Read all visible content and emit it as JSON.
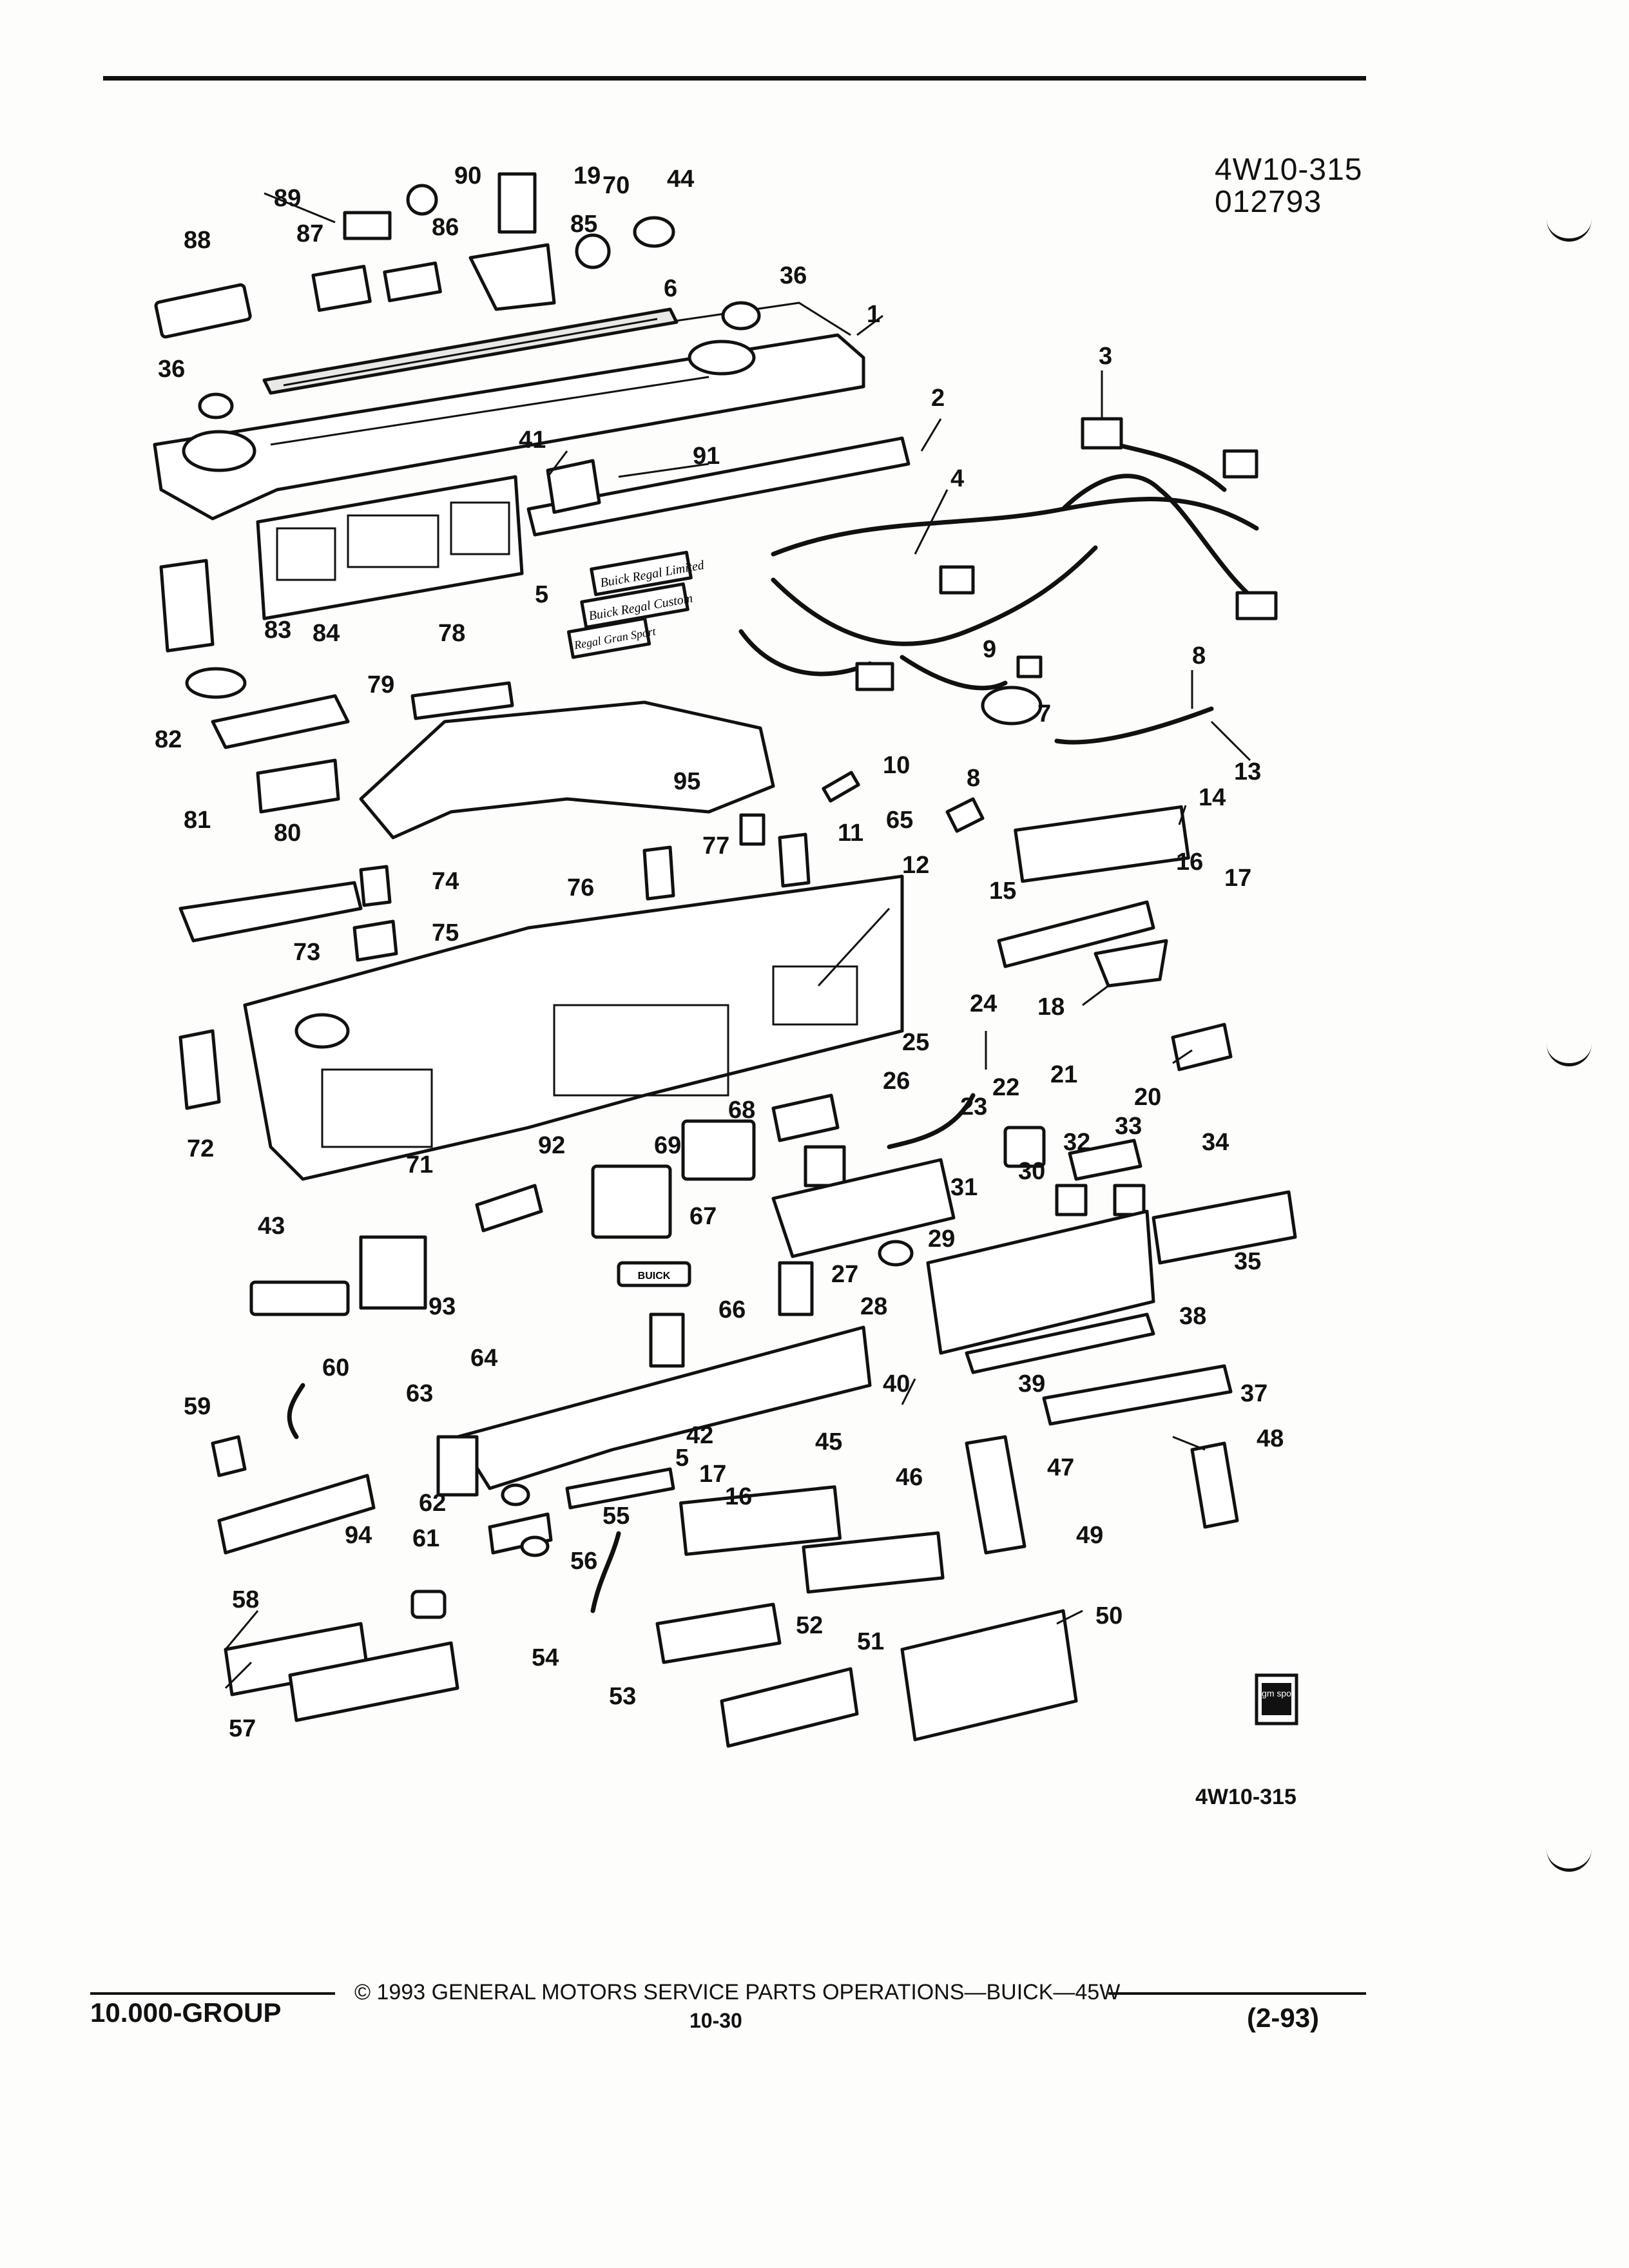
{
  "header": {
    "illustration_code": "4W10-315",
    "date_code": "012793"
  },
  "figure": {
    "caption_code": "4W10-315",
    "logo_text": "gm spo",
    "emblems": [
      "Buick Regal Limited",
      "Buick Regal Custom",
      "Regal Gran Sport"
    ],
    "badge_text": "BUICK",
    "callouts": [
      "1",
      "2",
      "3",
      "4",
      "5",
      "5",
      "6",
      "7",
      "8",
      "8",
      "9",
      "10",
      "11",
      "12",
      "13",
      "14",
      "15",
      "16",
      "16",
      "17",
      "17",
      "18",
      "19",
      "20",
      "21",
      "22",
      "23",
      "24",
      "25",
      "26",
      "27",
      "28",
      "29",
      "30",
      "31",
      "32",
      "33",
      "34",
      "35",
      "36",
      "36",
      "37",
      "38",
      "39",
      "40",
      "41",
      "42",
      "43",
      "44",
      "45",
      "46",
      "47",
      "48",
      "49",
      "50",
      "51",
      "52",
      "53",
      "54",
      "55",
      "56",
      "57",
      "58",
      "59",
      "60",
      "61",
      "62",
      "63",
      "64",
      "65",
      "66",
      "67",
      "68",
      "69",
      "70",
      "71",
      "72",
      "73",
      "74",
      "75",
      "76",
      "77",
      "78",
      "79",
      "80",
      "81",
      "82",
      "83",
      "84",
      "85",
      "86",
      "87",
      "88",
      "89",
      "90",
      "91",
      "92",
      "93",
      "94",
      "95"
    ]
  },
  "footer": {
    "group": "10.000-GROUP",
    "copyright": "© 1993 GENERAL MOTORS SERVICE PARTS OPERATIONS—BUICK—45W",
    "page": "10-30",
    "revision": "(2-93)"
  }
}
